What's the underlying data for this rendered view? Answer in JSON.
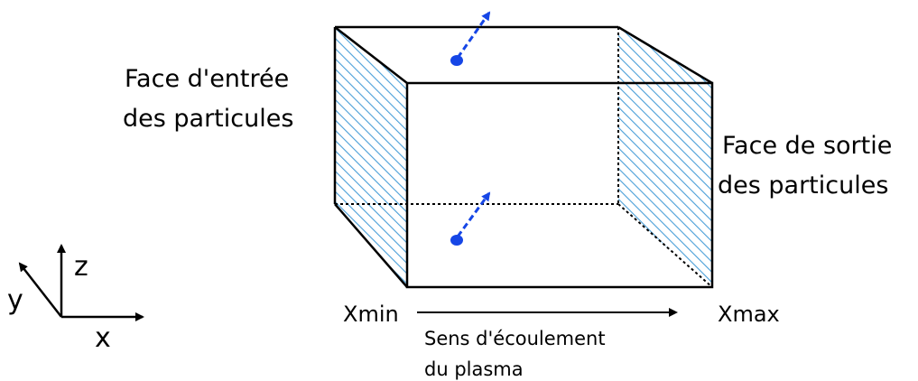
{
  "labels": {
    "entry_face_line1": "Face d'entrée",
    "entry_face_line2": "des particules",
    "exit_face_line1": "Face de sortie",
    "exit_face_line2": "des particules",
    "xmin": "Xmin",
    "xmax": "Xmax",
    "flow_line1": "Sens d'écoulement",
    "flow_line2": "du plasma",
    "axis_x": "x",
    "axis_y": "y",
    "axis_z": "z"
  },
  "colors": {
    "hatch": "#4a9fd8",
    "particle": "#1646e6",
    "line": "#000000"
  }
}
